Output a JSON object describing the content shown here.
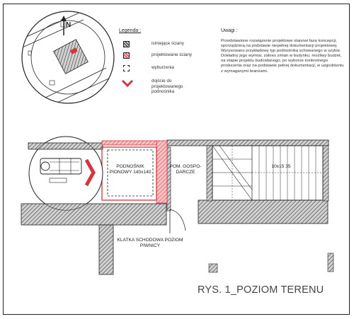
{
  "legend": {
    "title": "Legenda :",
    "items": [
      {
        "key": "existing",
        "label": "istniejące ściany"
      },
      {
        "key": "projected",
        "label": "projektowane ściany"
      },
      {
        "key": "demolish",
        "label": "wyburzenia"
      },
      {
        "key": "access",
        "label": "dojście do projektowanego podnośnika"
      }
    ]
  },
  "notes": {
    "title": "Uwagi :",
    "paragraphs": [
      "Przedstawione rozwiązenie projektowe stanowi fazę koncepcji, sporządzoną na podstawie niepełnej dokumentacji projektowej.",
      "Wyrysowano przykładowy typ podnośnika schowanego w szybie.",
      "Dokładny jego wymiar, zakres zmian w budynku, możliwy budżet, na etapie projektu budowlanego, po wyborze konkretnego producenta oraz na podstawie pełnej dokumentacji, w uzgodnieniu z wymaganymi branżami."
    ]
  },
  "compass": {
    "north": "N"
  },
  "plan": {
    "lift": "PODNOŚNIK PIONOWY 140x140",
    "room": "POM. GOSPO- DARCZE",
    "stairs": "10x15 35",
    "stairwell": "KLATKA SCHODOWA POZIOM PIWNICY"
  },
  "caption": "RYS. 1_POZIOM TERENU",
  "colors": {
    "red": "#d4353f",
    "pink": "#f7c2c5",
    "line": "#222222",
    "gray": "#cfcfcf"
  }
}
